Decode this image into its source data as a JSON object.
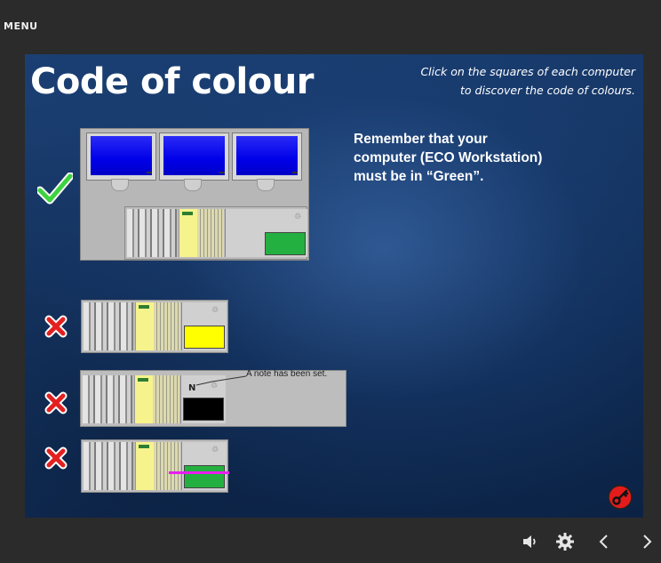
{
  "menu": {
    "label": "MENU"
  },
  "slide": {
    "title": "Code of colour",
    "instruction_lines": [
      "Click on the squares of each computer",
      "to discover the code of colours."
    ],
    "remember_lines": [
      "Remember that your",
      "computer (ECO Workstation)",
      "must be in “Green”."
    ],
    "rows": [
      {
        "status_color": "#24b040",
        "mark": "check-icon"
      },
      {
        "status_color": "#ffff00",
        "mark": "x-icon"
      },
      {
        "status_color": "#000000",
        "mark": "x-icon",
        "note": "A note has been set."
      },
      {
        "status_color": "#24b040",
        "mark": "x-icon"
      }
    ]
  },
  "colors": {
    "ok": "#3fd23f",
    "wrong": "#e32020",
    "help": "#e31b1b"
  },
  "controls": [
    "volume-icon",
    "settings-icon",
    "previous-icon",
    "next-icon"
  ]
}
